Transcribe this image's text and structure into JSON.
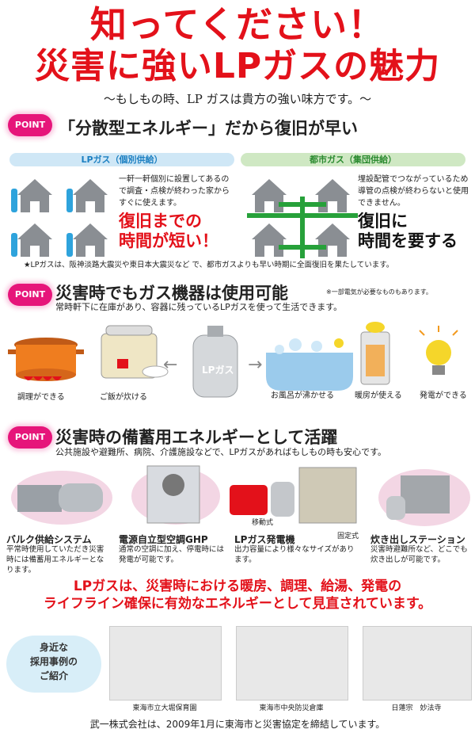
{
  "header": {
    "line1": "知ってください！",
    "line2": "災害に強いLPガスの魅力",
    "subtitle": "～もしもの時、LP ガスは貴方の強い味方です。～"
  },
  "point_label": "POINT",
  "point1": {
    "title": "「分散型エネルギー」だから復旧が早い",
    "lp": {
      "band": "LPガス（個別供給）",
      "desc": "一軒一軒個別に設置してあるので調査・点検が終わった家からすぐに使えます。",
      "highlight1": "復旧までの",
      "highlight2": "時間が短い！"
    },
    "city": {
      "band": "都市ガス（集団供給）",
      "desc": "埋設配管でつながっているため導管の点検が終わらないと使用できません。",
      "highlight1": "復旧に",
      "highlight2": "時間を要する"
    },
    "note": "★LPガスは、阪神淡路大震災や東日本大震災など で、都市ガスよりも早い時期に全面復旧を果たしています。"
  },
  "point2": {
    "title": "災害時でもガス機器は使用可能",
    "footnote": "※一部電気が必要なものもあります。",
    "desc": "常時軒下に在庫があり、容器に残っているLPガスを使って生活できます。",
    "cylinder": "LPガス",
    "items": [
      "調理ができる",
      "ご飯が炊ける",
      "お風呂が沸かせる",
      "暖房が使える",
      "発電ができる"
    ]
  },
  "point3": {
    "title": "災害時の備蓄用エネルギーとして活躍",
    "desc": "公共施設や避難所、病院、介護施設などで、LPガスがあればもしもの時も安心です。",
    "items": [
      {
        "name": "バルク供給システム",
        "desc": "平常時使用していただき災害時には備蓄用エネルギーとなります。"
      },
      {
        "name": "電源自立型空調GHP",
        "desc": "通常の空調に加え、停電時には発電が可能です。"
      },
      {
        "name": "LPガス発電機",
        "desc": "出力容量により様々なサイズがあります。",
        "tag1": "移動式",
        "tag2": "固定式"
      },
      {
        "name": "炊き出しステーション",
        "desc": "災害時避難所など、どこでも炊き出しが可能です。"
      }
    ]
  },
  "summary": {
    "line1": "LPガスは、災害時における暖房、調理、給湯、発電の",
    "line2": "ライフライン確保に有効なエネルギーとして見直されています。"
  },
  "examples": {
    "label1": "身近な",
    "label2": "採用事例の",
    "label3": "ご紹介",
    "photos": [
      "東海市立大堀保育園",
      "東海市中央防災倉庫",
      "日蓮宗　妙法寺"
    ]
  },
  "footer": "武一株式会社は、2009年1月に東海市と災害協定を締結しています。",
  "colors": {
    "red": "#e3111a",
    "pink": "#e6157a",
    "blue": "#2ea3dc",
    "green": "#27a13a",
    "house": "#8a8e93"
  }
}
